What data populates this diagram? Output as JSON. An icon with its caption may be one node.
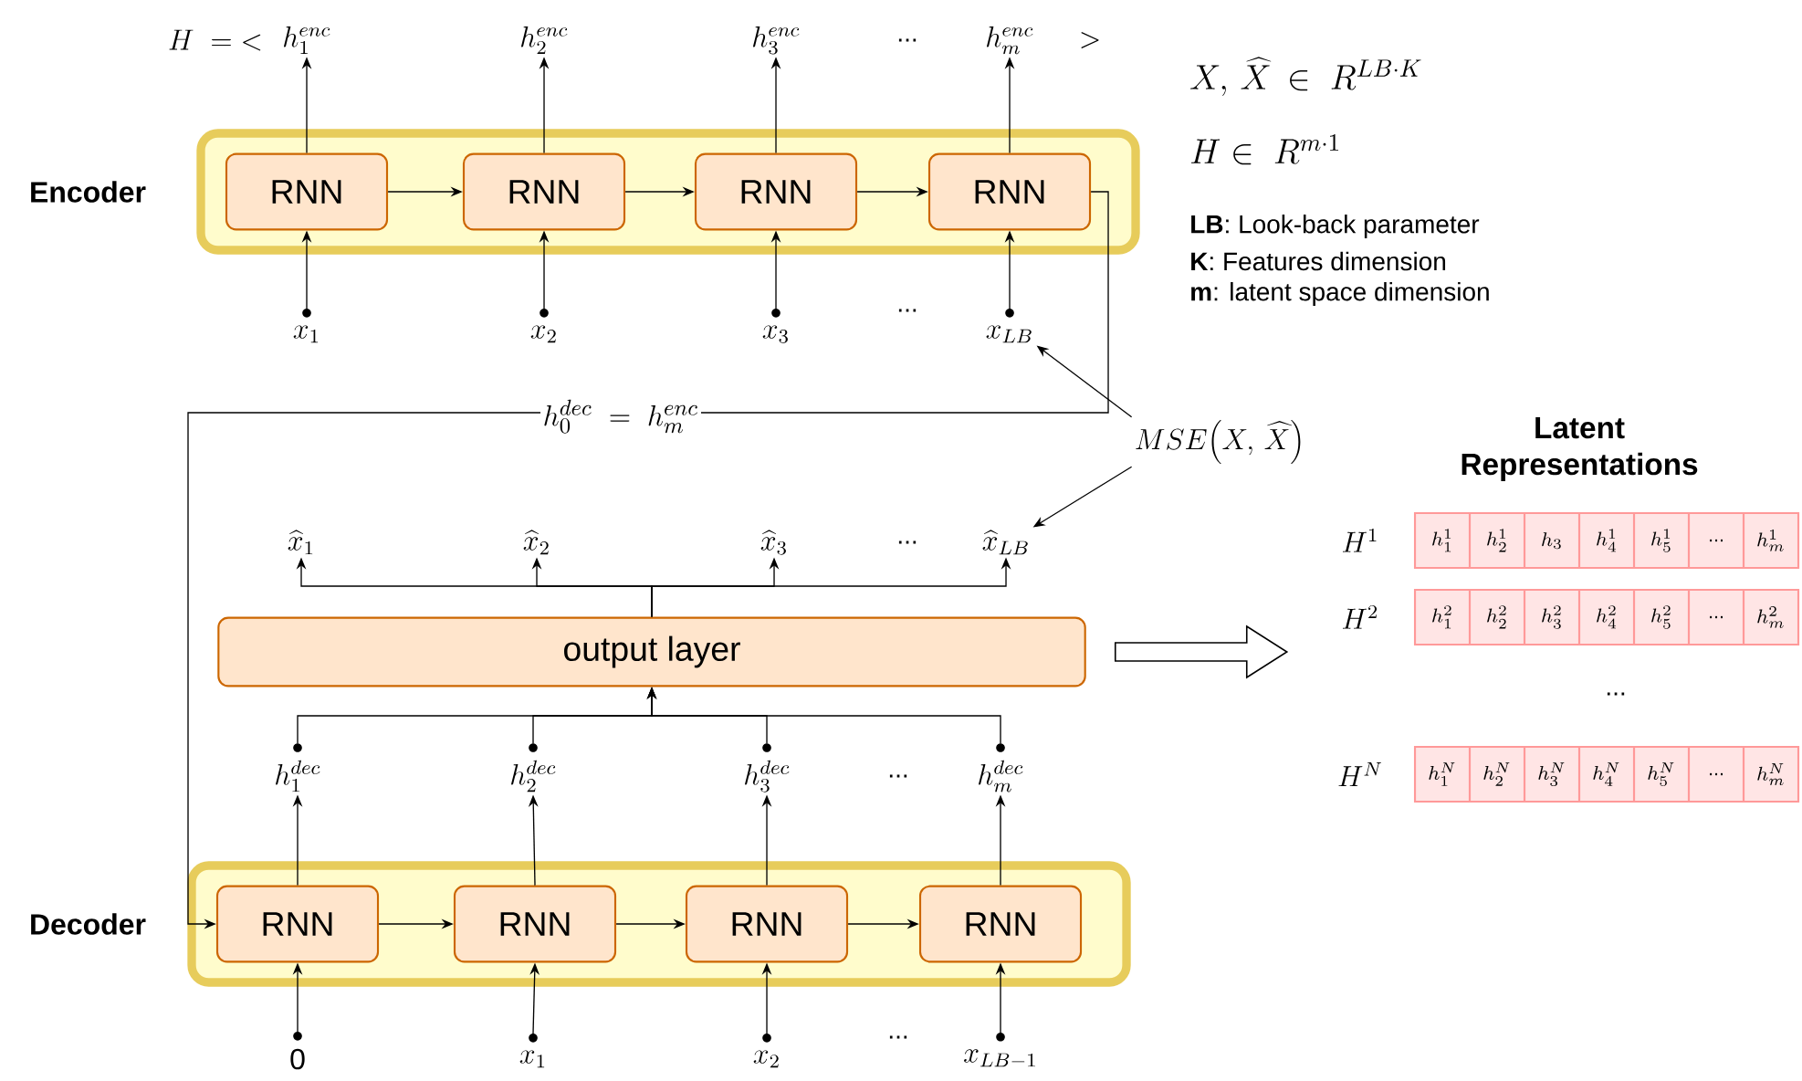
{
  "diagram": {
    "nodes": [
      {
        "text": [
          "Encoder"
        ]
      },
      {
        "text": [
          "RNN"
        ],
        "in": 0
      },
      {
        "text": [
          "RNN"
        ],
        "in": 0
      },
      {
        "text": [
          "RNN"
        ],
        "in": 0
      },
      {
        "text": [
          "RNN"
        ],
        "in": 0
      },
      {
        "text": [
          "h_1^{enc}"
        ]
      },
      {
        "text": [
          "h_2^{enc}"
        ]
      },
      {
        "text": [
          "h_3^{enc}"
        ]
      },
      {
        "text": [
          "h_m^{enc}"
        ]
      },
      {
        "text": [
          "x_1"
        ]
      },
      {
        "text": [
          "x_2"
        ]
      },
      {
        "text": [
          "x_3"
        ]
      },
      {
        "text": [
          "x_{LB}"
        ]
      },
      {
        "text": [
          "MSE\\Big(X,\\,\\widehat{X}\\Big)"
        ]
      },
      {
        "text": [
          "\\widehat{x}_1"
        ]
      },
      {
        "text": [
          "\\widehat{x}_2"
        ]
      },
      {
        "text": [
          "\\widehat{x}_3"
        ]
      },
      {
        "text": [
          "\\widehat{x}_{LB}"
        ]
      },
      {
        "text": [
          "output layer"
        ]
      },
      {
        "text": [
          "h_1^{dec}"
        ]
      },
      {
        "text": [
          "h_2^{dec}"
        ]
      },
      {
        "text": [
          "h_3^{dec}"
        ]
      },
      {
        "text": [
          "h_m^{dec}"
        ]
      },
      {
        "text": [
          "Decoder"
        ]
      },
      {
        "text": [
          "RNN"
        ],
        "in": 23
      },
      {
        "text": [
          "RNN"
        ],
        "in": 23
      },
      {
        "text": [
          "RNN"
        ],
        "in": 23
      },
      {
        "text": [
          "RNN"
        ],
        "in": 23
      },
      {
        "text": [
          "0"
        ]
      },
      {
        "text": [
          "x_1"
        ]
      },
      {
        "text": [
          "x_2"
        ]
      },
      {
        "text": [
          "x_{LB-1}"
        ]
      },
      {
        "text": [
          "Latent Representations"
        ]
      },
      {
        "text": [
          "h_1^1"
        ]
      },
      {
        "text": [
          "h_2^1"
        ]
      },
      {
        "text": [
          "h_3"
        ]
      },
      {
        "text": [
          "h_4^1"
        ]
      },
      {
        "text": [
          "h_5^1"
        ]
      },
      {
        "text": [
          "..."
        ]
      },
      {
        "text": [
          "h_m^1"
        ]
      },
      {
        "text": [
          "h_1^2"
        ]
      },
      {
        "text": [
          "h_2^2"
        ]
      },
      {
        "text": [
          "h_3^2"
        ]
      },
      {
        "text": [
          "h_4^2"
        ]
      },
      {
        "text": [
          "h_5^2"
        ]
      },
      {
        "text": [
          "..."
        ]
      },
      {
        "text": [
          "h_m^2"
        ]
      },
      {
        "text": [
          "h_1^N"
        ]
      },
      {
        "text": [
          "h_2^N"
        ]
      },
      {
        "text": [
          "h_3^N"
        ]
      },
      {
        "text": [
          "h_4^N"
        ]
      },
      {
        "text": [
          "h_5^N"
        ]
      },
      {
        "text": [
          "..."
        ]
      },
      {
        "text": [
          "h_m^N"
        ]
      }
    ],
    "edges": [
      {
        "from": 1,
        "to": 2,
        "arrow": "to"
      },
      {
        "from": 2,
        "to": 3,
        "arrow": "to"
      },
      {
        "from": 3,
        "to": 4,
        "arrow": "to"
      },
      {
        "from": 1,
        "to": 5,
        "arrow": "to"
      },
      {
        "from": 2,
        "to": 6,
        "arrow": "to"
      },
      {
        "from": 3,
        "to": 7,
        "arrow": "to"
      },
      {
        "from": 4,
        "to": 8,
        "arrow": "to"
      },
      {
        "from": 9,
        "to": 1,
        "arrow": "to"
      },
      {
        "from": 10,
        "to": 2,
        "arrow": "to"
      },
      {
        "from": 11,
        "to": 3,
        "arrow": "to"
      },
      {
        "from": 12,
        "to": 4,
        "arrow": "to"
      },
      {
        "from": 4,
        "to": 24,
        "arrow": "to",
        "label": "h_0^{dec}\\;=\\;h_m^{enc}"
      },
      {
        "from": 13,
        "to": 12,
        "arrow": "to"
      },
      {
        "from": 13,
        "to": 17,
        "arrow": "to"
      },
      {
        "from": 18,
        "to": 14,
        "arrow": "to"
      },
      {
        "from": 18,
        "to": 15,
        "arrow": "to"
      },
      {
        "from": 18,
        "to": 16,
        "arrow": "to"
      },
      {
        "from": 18,
        "to": 17,
        "arrow": "to"
      },
      {
        "from": 19,
        "to": 18,
        "arrow": "to"
      },
      {
        "from": 20,
        "to": 18,
        "arrow": "to"
      },
      {
        "from": 21,
        "to": 18,
        "arrow": "to"
      },
      {
        "from": 22,
        "to": 18,
        "arrow": "to"
      },
      {
        "from": 24,
        "to": 19,
        "arrow": "to"
      },
      {
        "from": 25,
        "to": 20,
        "arrow": "to"
      },
      {
        "from": 26,
        "to": 21,
        "arrow": "to"
      },
      {
        "from": 27,
        "to": 22,
        "arrow": "to"
      },
      {
        "from": 24,
        "to": 25,
        "arrow": "to"
      },
      {
        "from": 25,
        "to": 26,
        "arrow": "to"
      },
      {
        "from": 26,
        "to": 27,
        "arrow": "to"
      },
      {
        "from": 28,
        "to": 24,
        "arrow": "to"
      },
      {
        "from": 29,
        "to": 25,
        "arrow": "to"
      },
      {
        "from": 30,
        "to": 26,
        "arrow": "to"
      },
      {
        "from": 31,
        "to": 27,
        "arrow": "to"
      },
      {
        "from": 18,
        "to": null,
        "arrow": "to"
      }
    ],
    "labels": [
      "H\\;=\\;<",
      ">",
      "...",
      "X,\\,\\widehat{X}\\,\\in\\;R^{LB\\cdot K}",
      "H\\in\\;R^{m\\cdot 1}",
      "**LB**: Look-back parameter",
      "**K**: Features dimension",
      "**m**: latent space dimension",
      "...",
      "...",
      "...",
      "H^1",
      "H^2",
      "...",
      "H^N",
      "..."
    ]
  }
}
